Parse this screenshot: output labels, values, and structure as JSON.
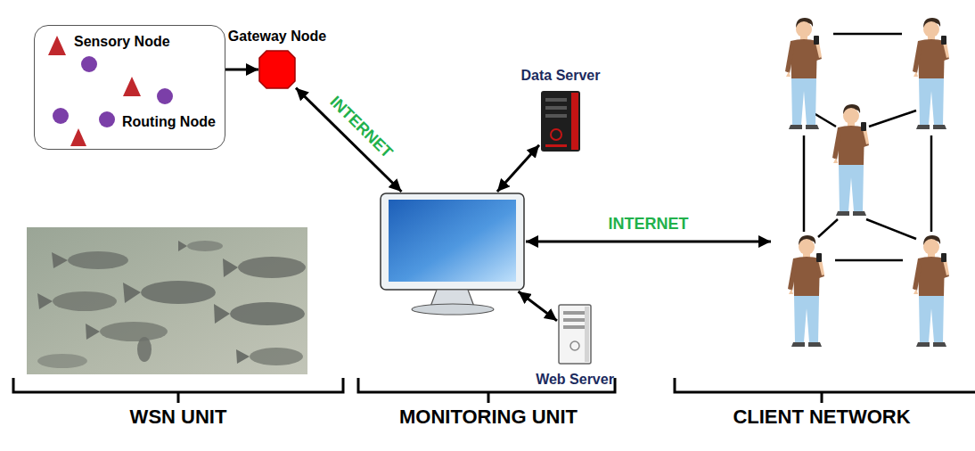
{
  "diagram": {
    "nodes": [
      {
        "text": [
          "Sensory Node",
          "Routing Node"
        ]
      },
      {
        "text": [
          "Gateway Node"
        ]
      },
      {
        "text": [
          "Data Server"
        ]
      },
      {
        "text": [
          "MONITORING UNIT"
        ]
      },
      {
        "text": [
          "Web Server"
        ]
      },
      {
        "text": [
          "CLIENT NETWORK"
        ]
      }
    ],
    "edges": [
      {
        "from": 0,
        "to": 1,
        "arrow": "to"
      },
      {
        "from": 1,
        "to": 3,
        "label": "INTERNET",
        "arrow": "both"
      },
      {
        "from": 3,
        "to": 2,
        "arrow": "both"
      },
      {
        "from": 3,
        "to": 4,
        "arrow": "both"
      },
      {
        "from": 3,
        "to": 5,
        "label": "INTERNET",
        "arrow": "both"
      }
    ],
    "labels": [
      "WSN UNIT"
    ]
  }
}
